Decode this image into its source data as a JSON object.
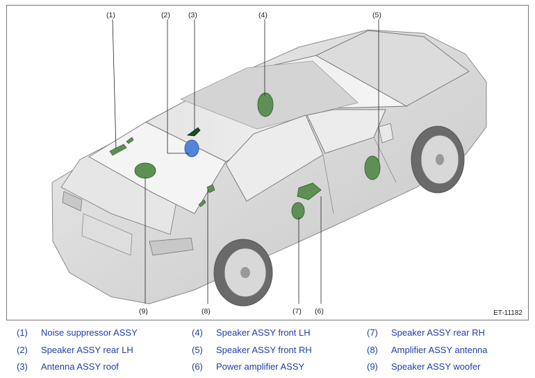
{
  "figure": {
    "id": "ET-11182",
    "callouts": [
      "(1)",
      "(2)",
      "(3)",
      "(4)",
      "(5)",
      "(6)",
      "(7)",
      "(8)",
      "(9)"
    ]
  },
  "legend": [
    {
      "num": "(1)",
      "text": "Noise suppressor ASSY"
    },
    {
      "num": "(2)",
      "text": "Speaker ASSY rear LH"
    },
    {
      "num": "(3)",
      "text": "Antenna ASSY roof"
    },
    {
      "num": "(4)",
      "text": "Speaker ASSY front LH"
    },
    {
      "num": "(5)",
      "text": "Speaker ASSY front RH"
    },
    {
      "num": "(6)",
      "text": "Power amplifier ASSY"
    },
    {
      "num": "(7)",
      "text": "Speaker ASSY rear RH"
    },
    {
      "num": "(8)",
      "text": "Amplifier ASSY antenna"
    },
    {
      "num": "(9)",
      "text": "Speaker ASSY woofer"
    }
  ],
  "colors": {
    "legend_text": "#1d3fa7",
    "component_green": "#5e8f55",
    "component_blue": "#4f86d9",
    "antenna_dark": "#1e4d22",
    "car_body": "#d9d9d9"
  }
}
